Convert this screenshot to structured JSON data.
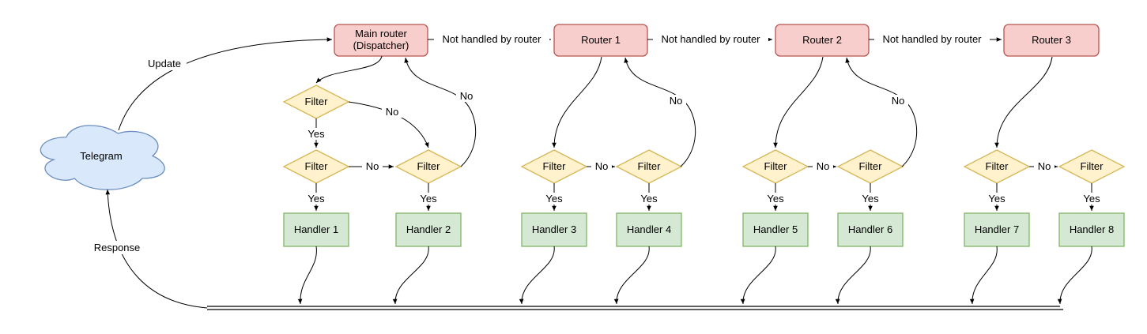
{
  "labels": {
    "update": "Update",
    "response": "Response",
    "not_handled_by_router": "Not handled by router",
    "yes": "Yes",
    "no": "No",
    "filter": "Filter"
  },
  "nodes": {
    "telegram": {
      "label": "Telegram"
    },
    "main_router": {
      "line1": "Main router",
      "line2": "(Dispatcher)"
    },
    "routers": [
      {
        "label": "Router 1"
      },
      {
        "label": "Router 2"
      },
      {
        "label": "Router 3"
      }
    ],
    "handlers": [
      {
        "label": "Handler 1"
      },
      {
        "label": "Handler 2"
      },
      {
        "label": "Handler 3"
      },
      {
        "label": "Handler 4"
      },
      {
        "label": "Handler 5"
      },
      {
        "label": "Handler 6"
      },
      {
        "label": "Handler 7"
      },
      {
        "label": "Handler 8"
      }
    ]
  },
  "colors": {
    "router_fill": "#f8cecc",
    "router_stroke": "#b85450",
    "filter_fill": "#fff2cc",
    "filter_stroke": "#d6b656",
    "handler_fill": "#d5e8d4",
    "handler_stroke": "#82b366",
    "cloud_fill": "#dae8fc",
    "cloud_stroke": "#6c8ebf",
    "edge": "#000000",
    "background": "#ffffff"
  }
}
